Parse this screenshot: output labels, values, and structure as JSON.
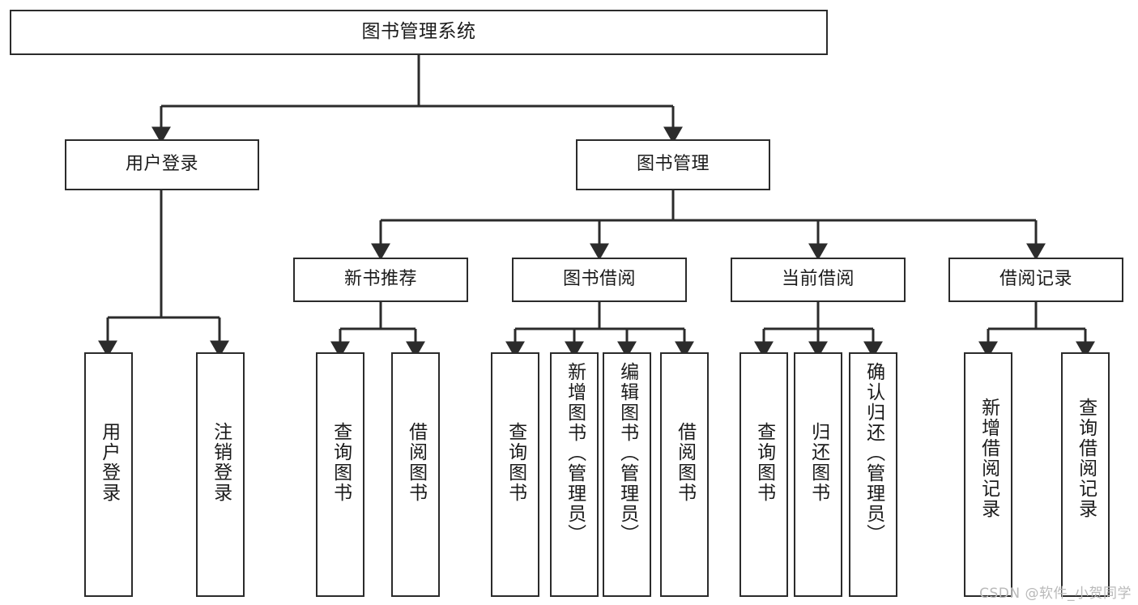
{
  "diagram": {
    "title": "图书管理系统",
    "watermark": "CSDN @软件_小贺同学",
    "stroke_color": "#2b2b2b",
    "text_color": "#1b1b1b",
    "background_color": "#ffffff",
    "levels": {
      "root": {
        "label": "图书管理系统"
      },
      "level1": [
        {
          "label": "用户登录"
        },
        {
          "label": "图书管理"
        }
      ],
      "level2": [
        {
          "label": "新书推荐"
        },
        {
          "label": "图书借阅"
        },
        {
          "label": "当前借阅"
        },
        {
          "label": "借阅记录"
        }
      ],
      "leaves": {
        "user_login": [
          {
            "label": "用户登录"
          },
          {
            "label": "注销登录"
          }
        ],
        "new_book_recommend": [
          {
            "label": "查询图书"
          },
          {
            "label": "借阅图书"
          }
        ],
        "book_borrow": [
          {
            "label": "查询图书"
          },
          {
            "label": "新增图书（管理员）"
          },
          {
            "label": "编辑图书（管理员）"
          },
          {
            "label": "借阅图书"
          }
        ],
        "current_borrow": [
          {
            "label": "查询图书"
          },
          {
            "label": "归还图书"
          },
          {
            "label": "确认归还（管理员）"
          }
        ],
        "borrow_record": [
          {
            "label": "新增借阅记录"
          },
          {
            "label": "查询借阅记录"
          }
        ]
      }
    }
  }
}
